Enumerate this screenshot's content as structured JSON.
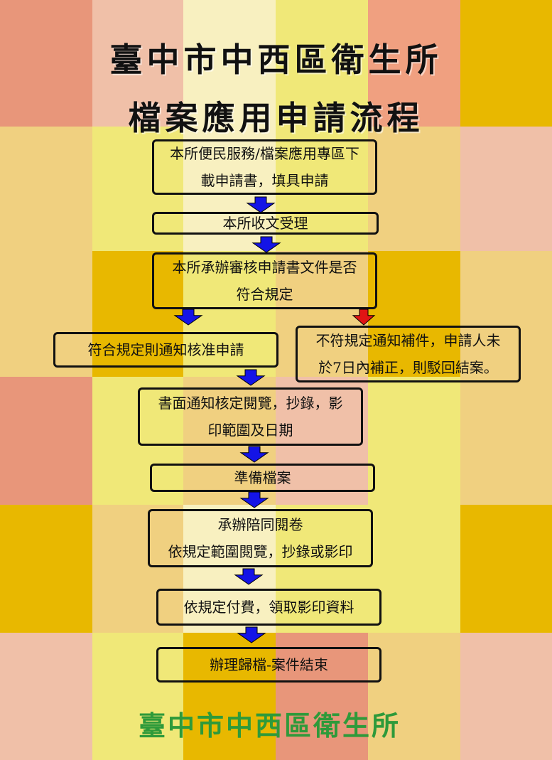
{
  "title": {
    "line1": "臺中市中西區衛生所",
    "line2": "檔案應用申請流程"
  },
  "steps": {
    "s1": {
      "line1": "本所便民服務/檔案應用專區下",
      "line2": "載申請書，填具申請"
    },
    "s2": {
      "line1": "本所收文受理"
    },
    "s3": {
      "line1": "本所承辦審核申請書文件是否",
      "line2": "符合規定"
    },
    "s4": {
      "line1": "符合規定則通知核准申請"
    },
    "s5": {
      "line1": "不符規定通知補件，申請人未",
      "line2": "於7日內補正，則駁回結案。"
    },
    "s6": {
      "line1": "書面通知核定閱覽，抄錄，影",
      "line2": "印範圍及日期"
    },
    "s7": {
      "line1": "準備檔案"
    },
    "s8": {
      "line1": "承辦陪同閱卷",
      "line2": "依規定範圍閱覽，抄錄或影印"
    },
    "s9": {
      "line1": "依規定付費，領取影印資料"
    },
    "s10": {
      "line1": "辦理歸檔-案件結束"
    }
  },
  "footer": "臺中市中西區衛生所",
  "colors": {
    "arrow_main": "#1414e6",
    "arrow_reject": "#e01414",
    "footer_text": "#2e9a3a",
    "palette": [
      "#e8967a",
      "#f0c0a8",
      "#f8f0c0",
      "#f0e878",
      "#f0d080",
      "#e8b800",
      "#f0a080"
    ]
  }
}
